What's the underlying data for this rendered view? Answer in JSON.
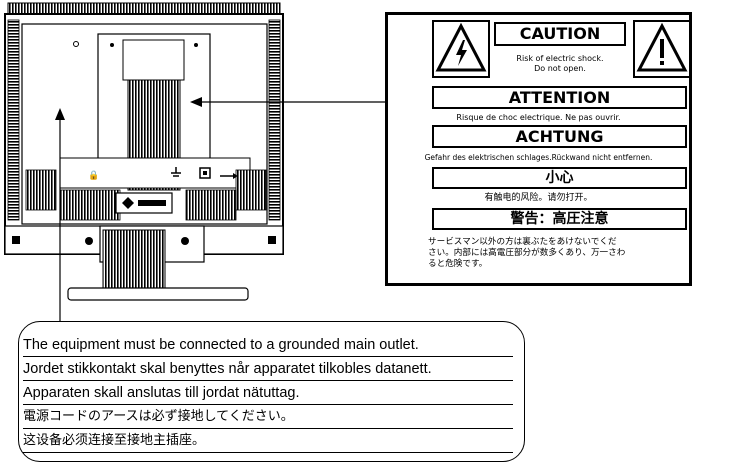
{
  "label": {
    "caution": {
      "title": "CAUTION",
      "line1": "Risk of electric shock.",
      "line2": "Do not open."
    },
    "attention": {
      "title": "ATTENTION",
      "text": "Risque de choc electrique. Ne pas ouvrir."
    },
    "achtung": {
      "title": "ACHTUNG",
      "text": "Gefahr des elektrischen schlages.Rückwand nicht entfernen."
    },
    "chinese": {
      "title": "小心",
      "text": "有触电的风险。请勿打开。"
    },
    "japanese": {
      "title": "警告：高圧注意",
      "line1": "サービスマン以外の方は裏ぶたをあけないでくだ",
      "line2": "さい。内部には高電圧部分が数多くあり、万一さわ",
      "line3": "ると危険です。"
    }
  },
  "notice": {
    "lines": [
      "The equipment must be connected to a grounded main outlet.",
      "Jordet stikkontakt skal benyttes når apparatet tilkobles datanett.",
      "Apparaten skall anslutas till jordat nätuttag.",
      "電源コードのアースは必ず接地してください。",
      "这设备必须连接至接地主插座。"
    ]
  },
  "icons": {
    "lightning": "lightning-warning-icon",
    "exclamation": "exclamation-warning-icon",
    "ground": "ground-port-icon",
    "power": "power-port-icon",
    "usb": "usb-port-icon"
  }
}
